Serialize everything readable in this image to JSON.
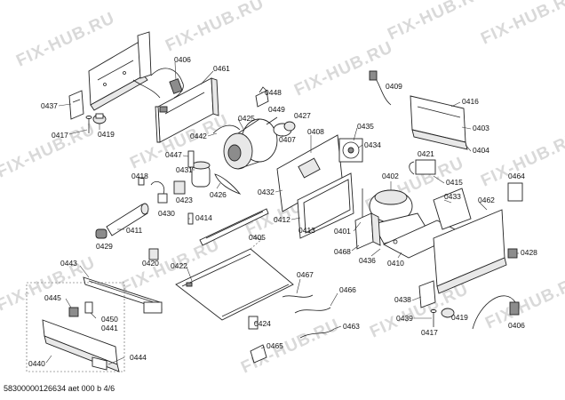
{
  "watermark": "FIX-HUB.RU",
  "footer": "58300000126634 aet 000 b 4/6",
  "parts": {
    "p0406a": "0406",
    "p0461": "0461",
    "p0437": "0437",
    "p0417a": "0417",
    "p0419a": "0419",
    "p0448": "0448",
    "p0449": "0449",
    "p0425": "0425",
    "p0427": "0427",
    "p0407": "0407",
    "p0442": "0442",
    "p0408": "0408",
    "p0435": "0435",
    "p0434": "0434",
    "p0409": "0409",
    "p0416": "0416",
    "p0403": "0403",
    "p0404": "0404",
    "p0447": "0447",
    "p0431": "0431",
    "p0418": "0418",
    "p0423": "0423",
    "p0426": "0426",
    "p0430": "0430",
    "p0432": "0432",
    "p0421": "0421",
    "p0415": "0415",
    "p0402": "0402",
    "p0433": "0433",
    "p0462": "0462",
    "p0464": "0464",
    "p0414": "0414",
    "p0412": "0412",
    "p0413": "0413",
    "p0401": "0401",
    "p0411": "0411",
    "p0429": "0429",
    "p0405": "0405",
    "p0468": "0468",
    "p0436": "0436",
    "p0410": "0410",
    "p0428": "0428",
    "p0420": "0420",
    "p0422": "0422",
    "p0443": "0443",
    "p0467": "0467",
    "p0466": "0466",
    "p0445": "0445",
    "p0450": "0450",
    "p0441": "0441",
    "p0438": "0438",
    "p0439": "0439",
    "p0417b": "0417",
    "p0419b": "0419",
    "p0406b": "0406",
    "p0424": "0424",
    "p0463": "0463",
    "p0465": "0465",
    "p0440": "0440",
    "p0444": "0444"
  }
}
